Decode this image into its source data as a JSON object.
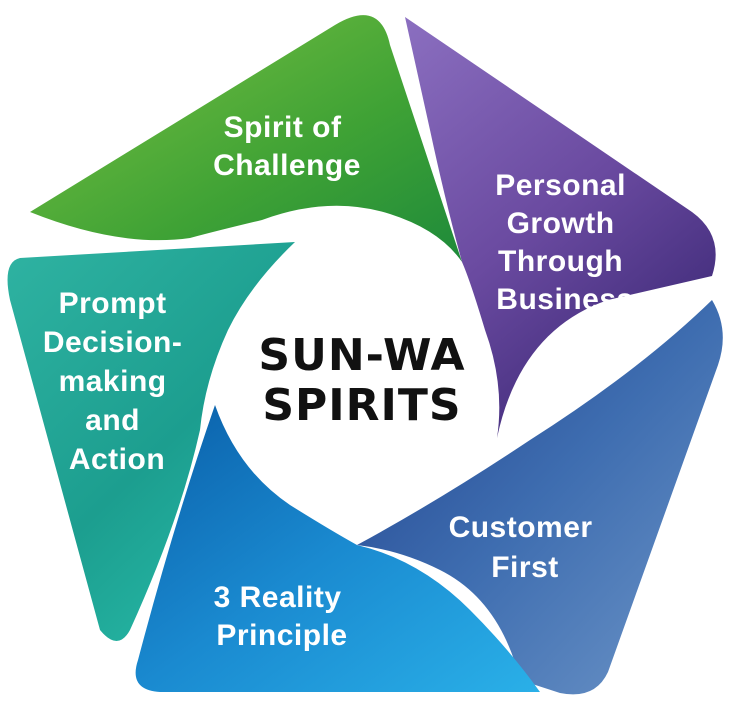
{
  "center": {
    "line1": "SUN-WA",
    "line2": "SPIRITS"
  },
  "petals": [
    {
      "id": "spirit-of-challenge",
      "lines": [
        "Spirit of",
        "Challenge"
      ],
      "color": "#46a52a"
    },
    {
      "id": "personal-growth",
      "lines": [
        "Personal",
        "Growth",
        "Through",
        "Business"
      ],
      "color": "#6a4aa0"
    },
    {
      "id": "customer-first",
      "lines": [
        "Customer",
        "First"
      ],
      "color": "#3f6fae"
    },
    {
      "id": "three-reality",
      "lines": [
        "3 Reality",
        "Principle"
      ],
      "color": "#1c8fd3"
    },
    {
      "id": "prompt-decision",
      "lines": [
        "Prompt",
        "Decision-",
        "making",
        "and",
        "Action"
      ],
      "color": "#1fa89a"
    }
  ]
}
